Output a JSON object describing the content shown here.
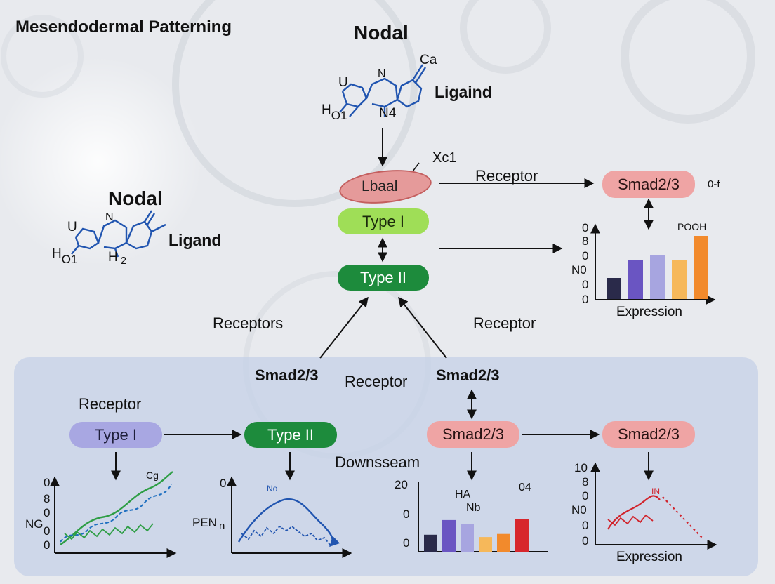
{
  "title": "Mesendodermal Patterning",
  "top_molecule": {
    "heading": "Nodal",
    "ligand_label": "Ligaind",
    "atoms": {
      "ca": "Ca",
      "u": "U",
      "n": "N",
      "ho": "H",
      "ho_sub": "O1",
      "n4": "N4"
    }
  },
  "left_molecule": {
    "heading": "Nodal",
    "ligand_label": "Ligand",
    "atoms": {
      "u": "U",
      "n": "N",
      "ho": "H",
      "ho_sub": "O1",
      "h2": "H",
      "h2_sub": "2"
    }
  },
  "center": {
    "xc1": "Xc1",
    "ellipse_label": "Lbaal",
    "type1": "Type I",
    "type2": "Type II",
    "receptor_right": "Receptor",
    "receptors_left_lower": "Receptors",
    "receptor_right_lower": "Receptor"
  },
  "right_top": {
    "smad": "Smad2/3",
    "side_label": "0-f",
    "pooh": "POOH",
    "x_label": "Expression",
    "y_ticks": [
      "0",
      "8",
      "0",
      "0",
      "0"
    ],
    "y_side_label": "N0"
  },
  "panel": {
    "smad_left": "Smad2/3",
    "receptor_mid": "Receptor",
    "smad_right": "Smad2/3",
    "receptor_left": "Receptor",
    "type1": "Type I",
    "type2": "Type II",
    "smad_mid": "Smad2/3",
    "smad_far": "Smad2/3",
    "downstream": "Downsseam",
    "plot1": {
      "y_ticks": [
        "0",
        "8",
        "0",
        "0",
        "0"
      ],
      "side_label": "NG",
      "annotation": "Cg"
    },
    "plot2": {
      "y_tick": "0",
      "side_label": "PEN",
      "side_sub": "n",
      "annotation": "No"
    },
    "plot3": {
      "y_ticks": [
        "20",
        "0",
        "0"
      ],
      "label_ha": "HA",
      "label_nb": "Nb",
      "label_04": "04"
    },
    "plot4": {
      "y_ticks": [
        "10",
        "8",
        "0",
        "0",
        "0"
      ],
      "side_label": "N0",
      "annotation": "IN",
      "x_label": "Expression"
    }
  },
  "colors": {
    "lavender": "#a8a7e2",
    "lime": "#9fde57",
    "green": "#1d8b3c",
    "pink": "#efa4a4",
    "molecule_blue": "#2155b0"
  },
  "chart_data": [
    {
      "type": "bar",
      "x_label": "Expression",
      "y_side_label": "N0",
      "annotation": "POOH",
      "values": [
        0.3,
        0.55,
        0.62,
        0.56,
        0.9
      ],
      "colors": [
        "#2a2a4a",
        "#6a55c2",
        "#a7a5e0",
        "#f6b85a",
        "#f28a2c"
      ]
    },
    {
      "type": "bar",
      "y_ticks": [
        "20",
        "0",
        "0"
      ],
      "values": [
        0.22,
        0.41,
        0.36,
        0.19,
        0.23,
        0.42
      ],
      "colors": [
        "#2a2a4a",
        "#6a55c2",
        "#a7a5e0",
        "#f6b85a",
        "#f28a2c",
        "#d7262c"
      ]
    }
  ]
}
